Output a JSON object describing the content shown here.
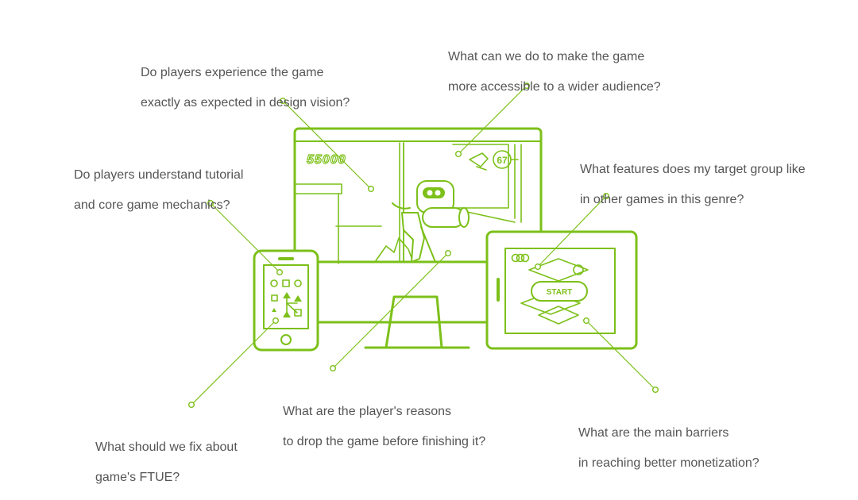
{
  "colors": {
    "accent": "#7cc019",
    "text": "#555555",
    "background": "#ffffff"
  },
  "questions": {
    "design_vision": {
      "line1": "Do players experience the game",
      "line2": "exactly as expected in design vision?"
    },
    "accessibility": {
      "line1": "What can we do to make the game",
      "line2": "more accessible to a wider audience?"
    },
    "tutorial": {
      "line1": "Do players understand tutorial",
      "line2": "and core game mechanics?"
    },
    "genre_features": {
      "line1": "What features does my target group like",
      "line2": "in other games in this genre?"
    },
    "drop_reasons": {
      "line1": "What are the player's reasons",
      "line2": "to drop the game before finishing it?"
    },
    "ftue": {
      "line1": "What should we fix about",
      "line2": "game's FTUE?"
    },
    "monetization": {
      "line1": "What are the main barriers",
      "line2": "in reaching better monetization?"
    }
  },
  "monitor_hud": {
    "score": "55000",
    "health": "67"
  },
  "tablet_screen": {
    "start_label": "START"
  },
  "icons": [
    "desktop-monitor-icon",
    "smartphone-icon",
    "tablet-icon",
    "robot-character-icon"
  ]
}
